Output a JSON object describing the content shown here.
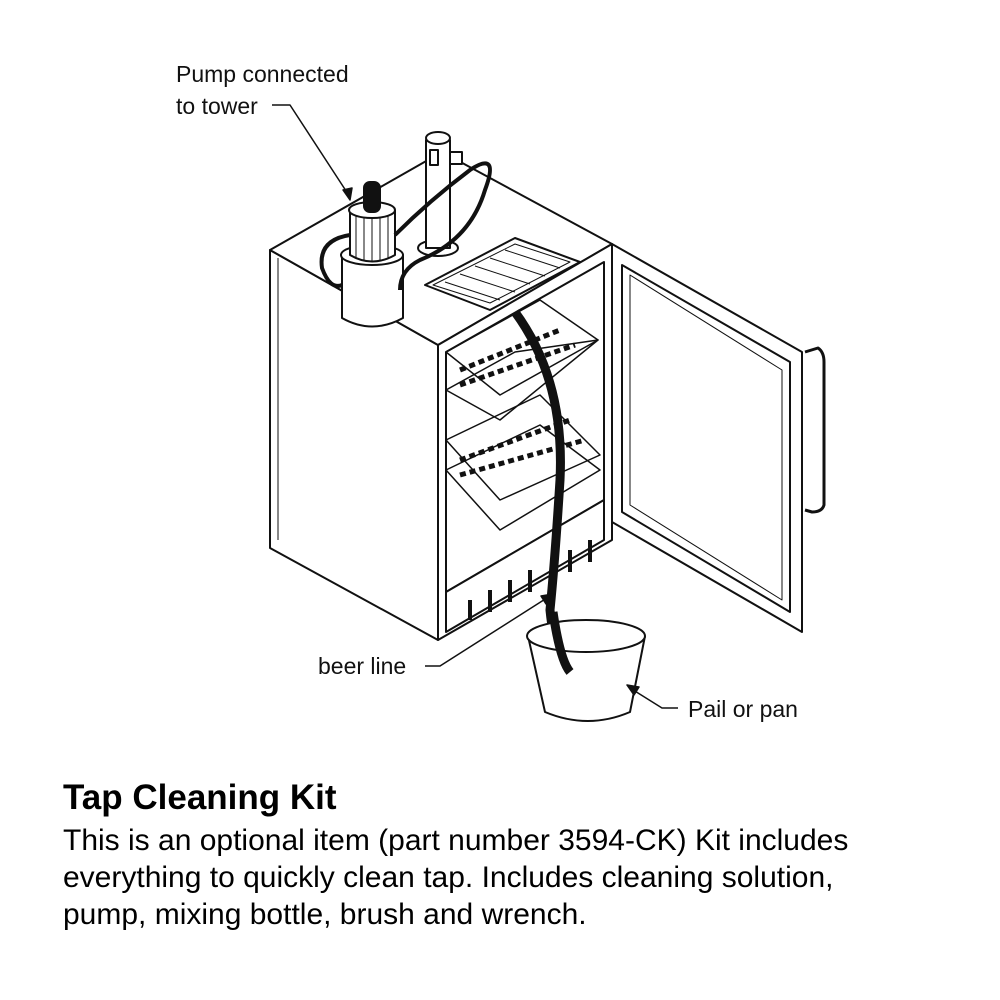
{
  "labels": {
    "pump_line1": "Pump connected",
    "pump_line2": "to tower",
    "beer_line": "beer line",
    "pail": "Pail or pan"
  },
  "title": "Tap Cleaning Kit",
  "description": [
    "This is an optional item (part number 3594-CK) Kit includes",
    "everything to quickly clean tap. Includes cleaning solution,",
    "pump, mixing bottle, brush and wrench."
  ]
}
